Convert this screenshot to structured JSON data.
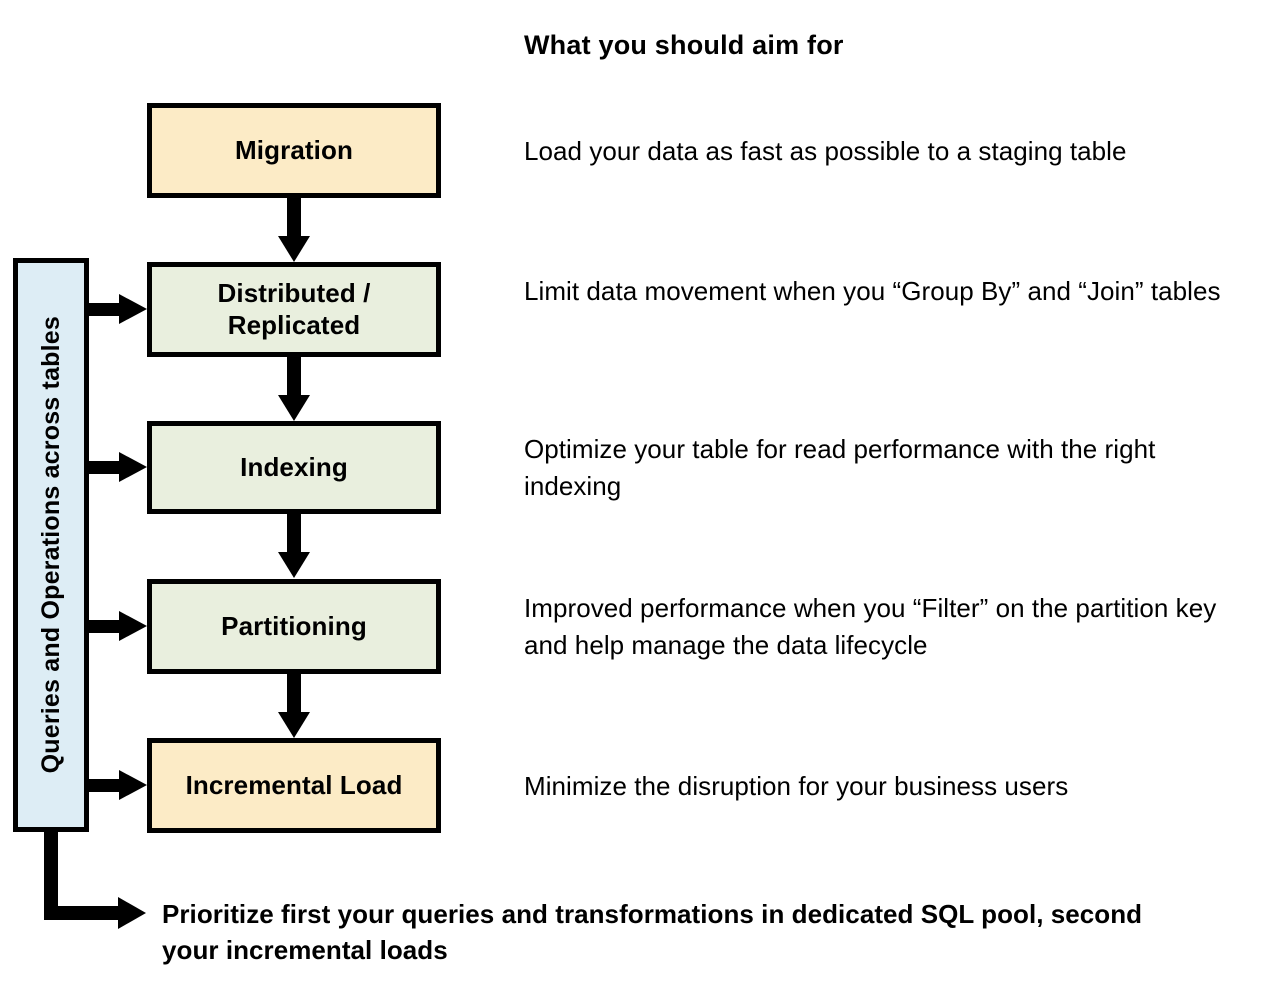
{
  "diagram": {
    "heading": "What you should aim for",
    "side_bar": {
      "label": "Queries and Operations across tables"
    },
    "stages": [
      {
        "id": "migration",
        "label": "Migration",
        "fill": "#FCEBC6",
        "description": "Load your data as fast as possible to a staging table"
      },
      {
        "id": "distributed",
        "label": "Distributed / Replicated",
        "fill": "#E9EFDE",
        "description": "Limit data movement when you “Group By” and “Join” tables"
      },
      {
        "id": "indexing",
        "label": "Indexing",
        "fill": "#E9EFDE",
        "description": "Optimize your table for read performance with the right indexing"
      },
      {
        "id": "partitioning",
        "label": "Partitioning",
        "fill": "#E9EFDE",
        "description": "Improved performance when you “Filter” on the partition key and help manage the data lifecycle"
      },
      {
        "id": "incremental-load",
        "label": "Incremental Load",
        "fill": "#FCEBC6",
        "description": "Minimize the disruption for your business users"
      }
    ],
    "conclusion": "Prioritize first your queries and transformations in dedicated SQL pool, second your incremental loads",
    "colors": {
      "cream": "#FCEBC6",
      "green": "#E9EFDE",
      "blue": "#DDEDF5",
      "outline": "#000000",
      "background": "#FFFFFF"
    }
  }
}
